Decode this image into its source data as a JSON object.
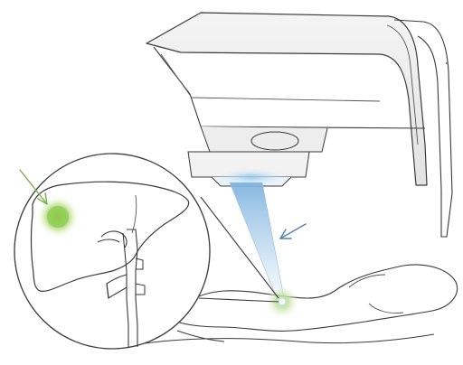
{
  "illustration": {
    "parts": [
      "scanner-gantry",
      "scanner-head",
      "scanning-beam",
      "patient-body",
      "focus-point",
      "magnifier-circle",
      "liver",
      "bile-duct",
      "lesion",
      "pointer-arrow-lesion",
      "pointer-arrow-beam"
    ],
    "colors": {
      "line": "#3a3a3a",
      "gantry_fill": "#ececec",
      "beam": "#9fc9e8",
      "beam_glow": "#bfe0f4",
      "lesion": "#96d146",
      "lesion_glow": "#d8f0b8",
      "arrow_lesion": "#7cae4a",
      "arrow_beam": "#4f7fb3"
    }
  }
}
